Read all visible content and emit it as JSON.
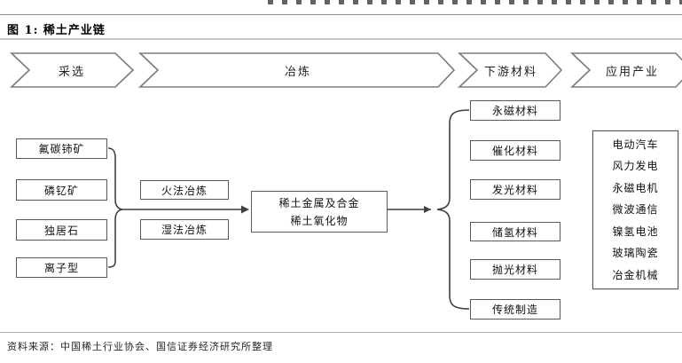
{
  "header": {
    "title": "图 1: 稀土产业链"
  },
  "footer": {
    "source": "资料来源：中国稀土行业协会、国信证券经济研究所整理"
  },
  "diagram": {
    "stages": [
      {
        "label": "采选"
      },
      {
        "label": "冶炼"
      },
      {
        "label": "下游材料"
      },
      {
        "label": "应用产业"
      }
    ],
    "ores": [
      {
        "label": "氟碳铈矿"
      },
      {
        "label": "磷钇矿"
      },
      {
        "label": "独居石"
      },
      {
        "label": "离子型"
      }
    ],
    "smelting": [
      {
        "label": "火法冶炼"
      },
      {
        "label": "湿法冶炼"
      }
    ],
    "intermediate_products": {
      "line1": "稀土金属及合金",
      "line2": "稀土氧化物"
    },
    "downstream_materials": [
      {
        "label": "永磁材料"
      },
      {
        "label": "催化材料"
      },
      {
        "label": "发光材料"
      },
      {
        "label": "储氢材料"
      },
      {
        "label": "抛光材料"
      },
      {
        "label": "传统制造"
      }
    ],
    "applications": [
      {
        "label": "电动汽车"
      },
      {
        "label": "风力发电"
      },
      {
        "label": "永磁电机"
      },
      {
        "label": "微波通信"
      },
      {
        "label": "镍氢电池"
      },
      {
        "label": "玻璃陶瓷"
      },
      {
        "label": "冶金机械"
      }
    ]
  },
  "colors": {
    "chevron_border": "#7b7b7b",
    "box_border": "#595959",
    "connector": "#3f3f3f",
    "rule_gray": "#b5b5b5",
    "text": "#1a1a1a"
  }
}
